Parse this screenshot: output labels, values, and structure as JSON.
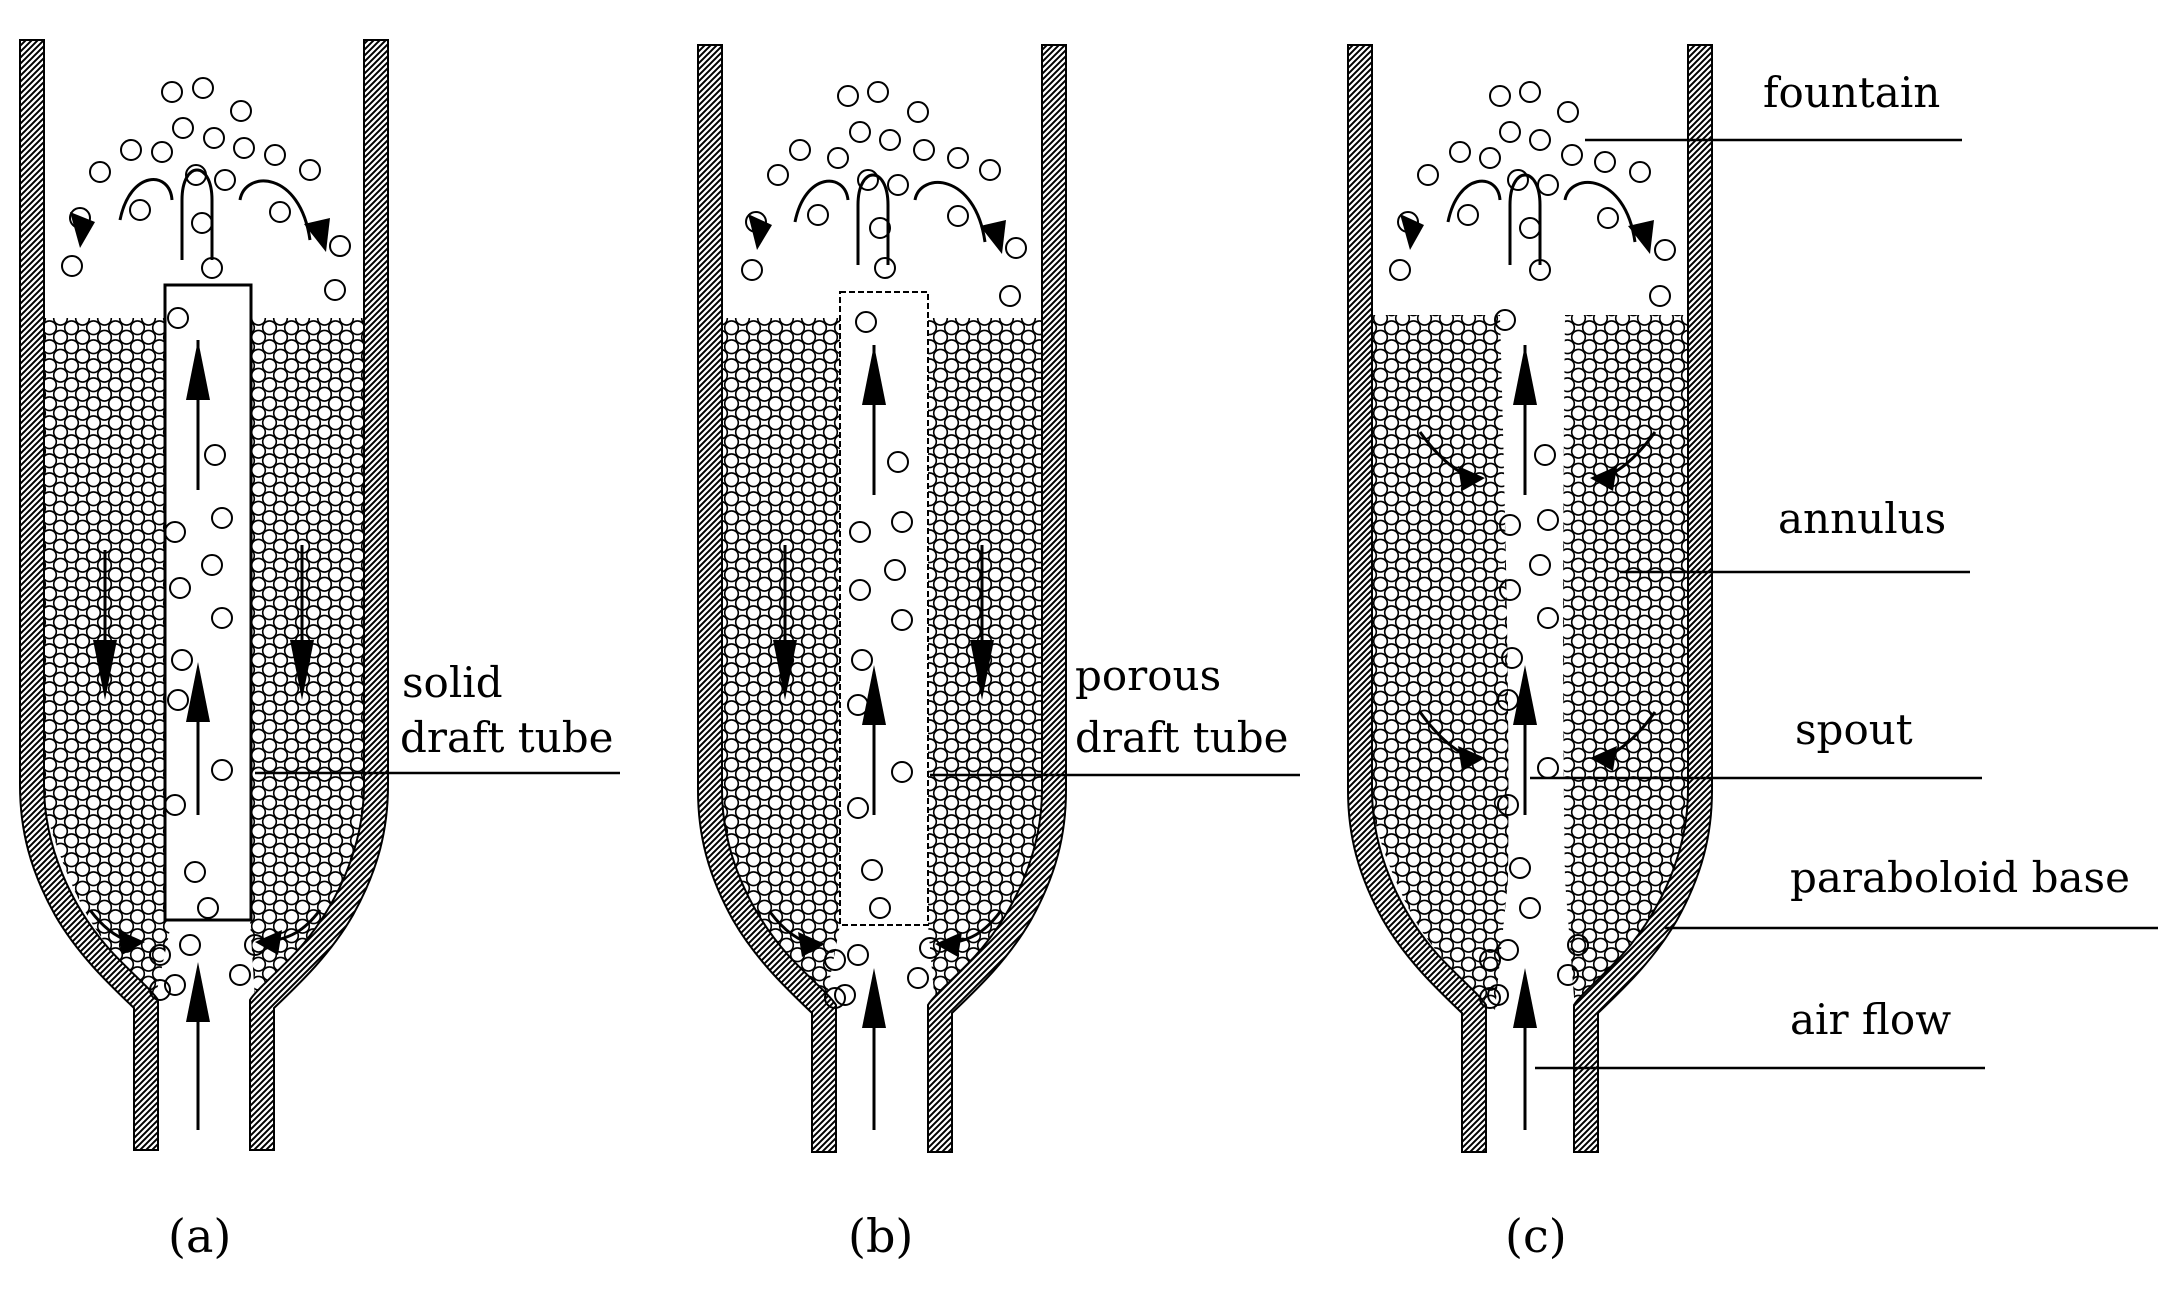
{
  "panels": [
    {
      "id": "a",
      "caption": "(a)",
      "label_lines": [
        "solid",
        "draft tube"
      ]
    },
    {
      "id": "b",
      "caption": "(b)",
      "label_lines": [
        "porous",
        "draft tube"
      ]
    },
    {
      "id": "c",
      "caption": "(c)"
    }
  ],
  "labels_c": {
    "fountain": "fountain",
    "annulus": "annulus",
    "spout": "spout",
    "paraboloid_base": "paraboloid base",
    "air_flow": "air flow"
  }
}
